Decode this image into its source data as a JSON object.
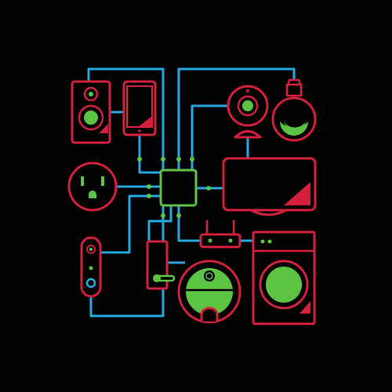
{
  "colors": {
    "background": "#000000",
    "device_outline": "#d41f3d",
    "wire": "#25a9e0",
    "accent_fill": "#5dc443",
    "hub_outline": "#5dc443"
  },
  "hub": {
    "icon": "microchip-icon"
  },
  "devices": [
    {
      "id": "speaker",
      "icon": "speaker-icon"
    },
    {
      "id": "smartphone",
      "icon": "smartphone-icon"
    },
    {
      "id": "webcam",
      "icon": "webcam-icon"
    },
    {
      "id": "light-bulb",
      "icon": "light-bulb-icon"
    },
    {
      "id": "wall-outlet",
      "icon": "power-outlet-icon"
    },
    {
      "id": "tv",
      "icon": "tv-icon"
    },
    {
      "id": "doorbell",
      "icon": "video-doorbell-icon"
    },
    {
      "id": "door-lock",
      "icon": "door-lock-icon"
    },
    {
      "id": "robot-vacuum",
      "icon": "robot-vacuum-icon"
    },
    {
      "id": "router",
      "icon": "wifi-router-icon"
    },
    {
      "id": "washing-machine",
      "icon": "washing-machine-icon"
    }
  ]
}
